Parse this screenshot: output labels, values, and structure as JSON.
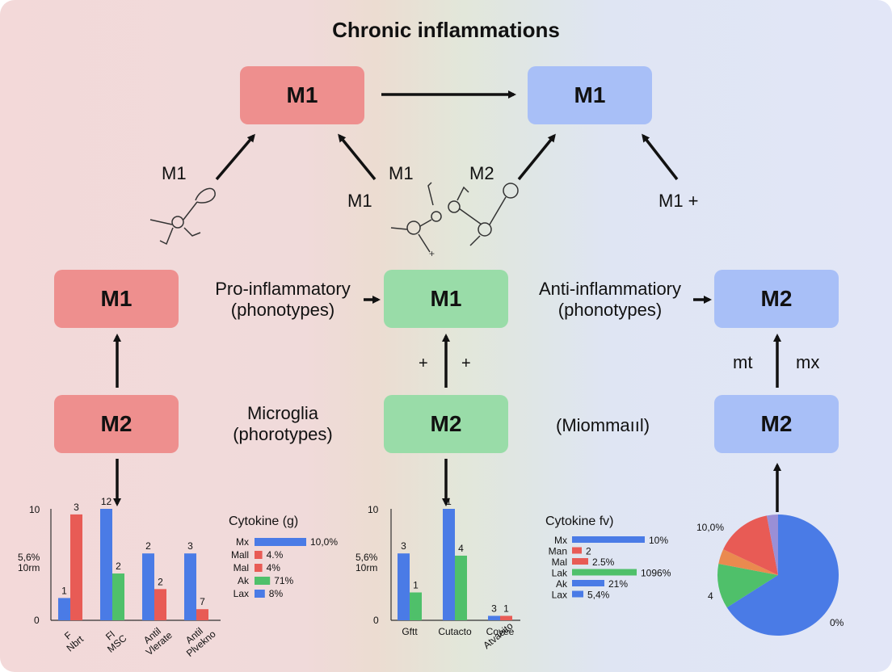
{
  "title": "Chronic inflammations",
  "boxes": {
    "top_left": "M1",
    "top_right": "M1",
    "mid_left": "M1",
    "mid_center": "M1",
    "mid_right": "M2",
    "bot_left": "M2",
    "bot_center": "M2",
    "bot_right": "M2"
  },
  "labels": {
    "a": "M1",
    "b": "M1",
    "c": "M1",
    "d": "M2",
    "e": "M1 +",
    "pro_line1": "Pro-inflammatory",
    "pro_line2": "(phonotypes)",
    "anti_line1": "Anti-inflammatiory",
    "anti_line2": "(phonotypes)",
    "micro_line1": "Microglia",
    "micro_line2": "(phorotypes)",
    "mioma": "(Miommaııl)",
    "plus1": "+",
    "plus2": "+",
    "plus3": "+",
    "mt": "mt",
    "mx": "mx"
  },
  "colors": {
    "red": "#e85b55",
    "blue": "#4a7be6",
    "green": "#4fc06a",
    "pie_purple": "#9a8fd6",
    "pie_orange": "#ea8a4f"
  },
  "chart_data": [
    {
      "type": "bar",
      "y_ticks": [
        "10",
        "5,6%\n10rm",
        "0"
      ],
      "categories": [
        {
          "line1": "F",
          "line2": "Nbrt"
        },
        {
          "line1": "Fl",
          "line2": "MSC"
        },
        {
          "line1": "Antil",
          "line2": "Vlerate"
        },
        {
          "line1": "Antil",
          "line2": "Plvekno"
        }
      ],
      "series": [
        {
          "color": "blue",
          "values": [
            2,
            10,
            6,
            6
          ],
          "labels": [
            "1",
            "12",
            "2",
            "3"
          ]
        },
        {
          "color": "red_green",
          "values": [
            9.5,
            4.2,
            2.8,
            1
          ],
          "labels": [
            "3",
            "2",
            "2",
            "7"
          ]
        }
      ],
      "ylim": [
        0,
        10
      ]
    },
    {
      "type": "bar",
      "title": "Cytokine (g)",
      "orientation": "horizontal",
      "rows": [
        {
          "label": "Mx",
          "value": 10.0,
          "text": "10,0%",
          "color": "blue"
        },
        {
          "label": "Mall",
          "value": 1.5,
          "text": "4.%",
          "color": "red"
        },
        {
          "label": "Mal",
          "value": 1.5,
          "text": "4%",
          "color": "red"
        },
        {
          "label": "Ak",
          "value": 3.0,
          "text": "71%",
          "color": "green"
        },
        {
          "label": "Lax",
          "value": 2.0,
          "text": "8%",
          "color": "blue"
        }
      ]
    },
    {
      "type": "bar",
      "y_ticks": [
        "10",
        "5,6%\n10rm",
        "0"
      ],
      "categories": [
        {
          "line1": "Gftt",
          "line2": ""
        },
        {
          "line1": "Cutacto",
          "line2": ""
        },
        {
          "line1": "Coyee",
          "line2": "Atvaeito"
        }
      ],
      "series": [
        {
          "color": "blue",
          "values": [
            6,
            10,
            0.4
          ],
          "labels": [
            "3",
            "1",
            "3"
          ]
        },
        {
          "color": "green_red",
          "values": [
            2.5,
            5.8,
            0.4
          ],
          "labels": [
            "1",
            "4",
            "1"
          ]
        }
      ],
      "ylim": [
        0,
        10
      ]
    },
    {
      "type": "bar",
      "title": "Cytokine fv)",
      "orientation": "horizontal",
      "rows": [
        {
          "label": "Mx",
          "value": 9.0,
          "text": "10%",
          "color": "blue"
        },
        {
          "label": "Man",
          "value": 1.2,
          "text": "2",
          "color": "red"
        },
        {
          "label": "Mal",
          "value": 2.0,
          "text": "2.5%",
          "color": "red"
        },
        {
          "label": "Lak",
          "value": 8.0,
          "text": "1096%",
          "color": "green"
        },
        {
          "label": "Ak",
          "value": 4.0,
          "text": "21%",
          "color": "blue"
        },
        {
          "label": "Lax",
          "value": 1.4,
          "text": "5,4%",
          "color": "blue"
        }
      ]
    },
    {
      "type": "pie",
      "labels": [
        "10,0%",
        "4",
        "0%"
      ],
      "slices": [
        {
          "color": "blue",
          "value": 66
        },
        {
          "color": "green",
          "value": 12
        },
        {
          "color": "pie_orange",
          "value": 4
        },
        {
          "color": "red",
          "value": 15
        },
        {
          "color": "pie_purple",
          "value": 3
        }
      ]
    }
  ]
}
